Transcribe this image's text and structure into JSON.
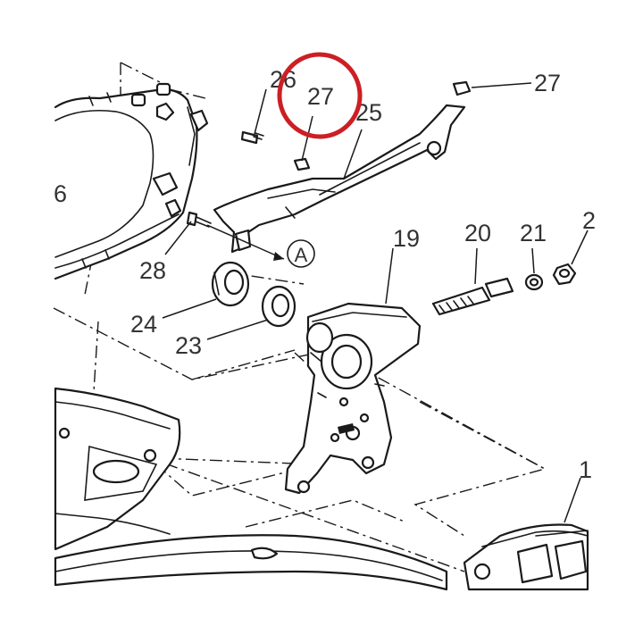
{
  "labels": {
    "l26": "26",
    "l27a": "27",
    "l27b": "27",
    "l25": "25",
    "l6": "6",
    "l28": "28",
    "lA": "A",
    "l19": "19",
    "l20": "20",
    "l21": "21",
    "l2": "2",
    "l24": "24",
    "l23": "23",
    "l1": "1"
  },
  "highlight": {
    "color": "#cc1f24",
    "marks": "27"
  }
}
